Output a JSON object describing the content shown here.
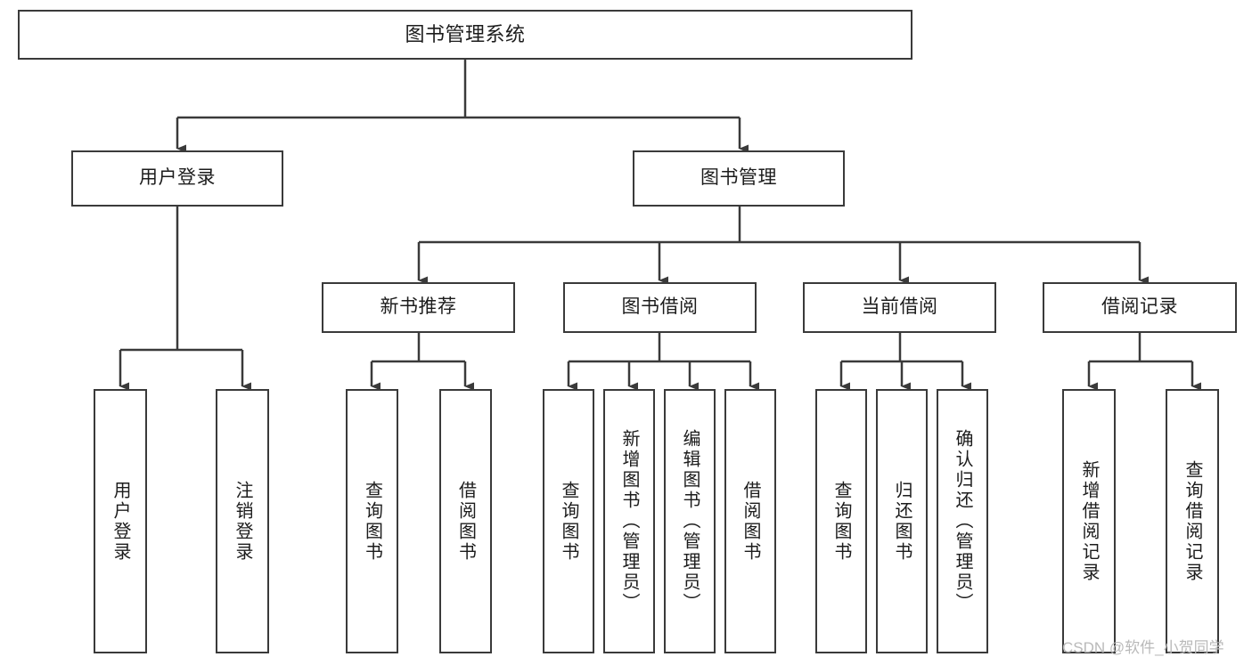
{
  "diagram": {
    "title": "图书管理系统",
    "type": "hierarchy-tree",
    "orientation": "top-down",
    "style": {
      "box_border_color": "#3a3a3a",
      "box_fill_color": "#ffffff",
      "connector_color": "#3a3a3a",
      "text_color": "#1c1c1c",
      "background_color": "#ffffff"
    }
  },
  "nodes": {
    "root": {
      "label": "图书管理系统"
    },
    "level2": [
      {
        "label": "用户登录"
      },
      {
        "label": "图书管理"
      }
    ],
    "level3": [
      {
        "label": "新书推荐"
      },
      {
        "label": "图书借阅"
      },
      {
        "label": "当前借阅"
      },
      {
        "label": "借阅记录"
      }
    ],
    "leaves": {
      "user_login": [
        {
          "label": "用户登录"
        },
        {
          "label": "注销登录"
        }
      ],
      "new_book_recommend": [
        {
          "label": "查询图书"
        },
        {
          "label": "借阅图书"
        }
      ],
      "book_borrow": [
        {
          "label": "查询图书"
        },
        {
          "label": "新增图书（管理员）"
        },
        {
          "label": "编辑图书（管理员）"
        },
        {
          "label": "借阅图书"
        }
      ],
      "current_borrow": [
        {
          "label": "查询图书"
        },
        {
          "label": "归还图书"
        },
        {
          "label": "确认归还（管理员）"
        }
      ],
      "borrow_record": [
        {
          "label": "新增借阅记录"
        },
        {
          "label": "查询借阅记录"
        }
      ]
    }
  },
  "watermark": {
    "text": "CSDN @软件_小贺同学"
  }
}
